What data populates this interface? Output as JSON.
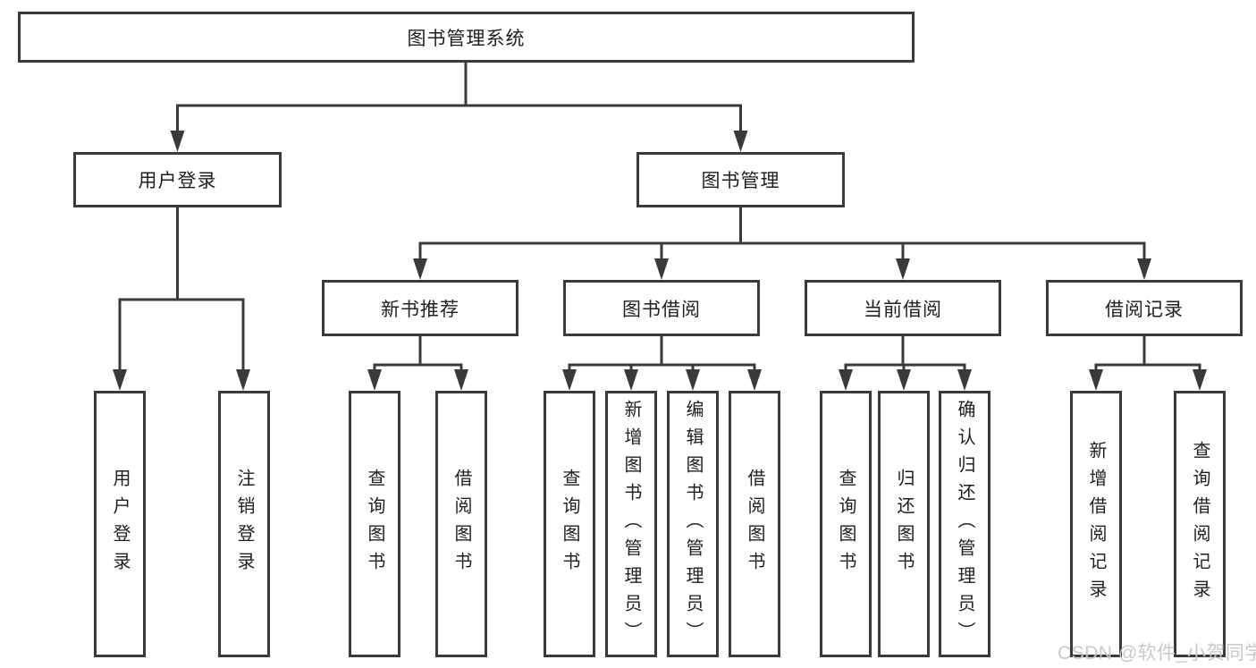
{
  "tree": {
    "label": "图书管理系统",
    "children": [
      {
        "label": "用户登录",
        "children": [
          {
            "label": "用户登录"
          },
          {
            "label": "注销登录"
          }
        ]
      },
      {
        "label": "图书管理",
        "children": [
          {
            "label": "新书推荐",
            "children": [
              {
                "label": "查询图书"
              },
              {
                "label": "借阅图书"
              }
            ]
          },
          {
            "label": "图书借阅",
            "children": [
              {
                "label": "查询图书"
              },
              {
                "label": "新增图书（管理员）"
              },
              {
                "label": "编辑图书（管理员）"
              },
              {
                "label": "借阅图书"
              }
            ]
          },
          {
            "label": "当前借阅",
            "children": [
              {
                "label": "查询图书"
              },
              {
                "label": "归还图书"
              },
              {
                "label": "确认归还（管理员）"
              }
            ]
          },
          {
            "label": "借阅记录",
            "children": [
              {
                "label": "新增借阅记录"
              },
              {
                "label": "查询借阅记录"
              }
            ]
          }
        ]
      }
    ]
  },
  "watermark": "CSDN @软件_小贺同学",
  "colors": {
    "line": "#3a3a3a",
    "text": "#1f1f1f",
    "watermark": "#c9c9c9",
    "background": "#ffffff"
  }
}
